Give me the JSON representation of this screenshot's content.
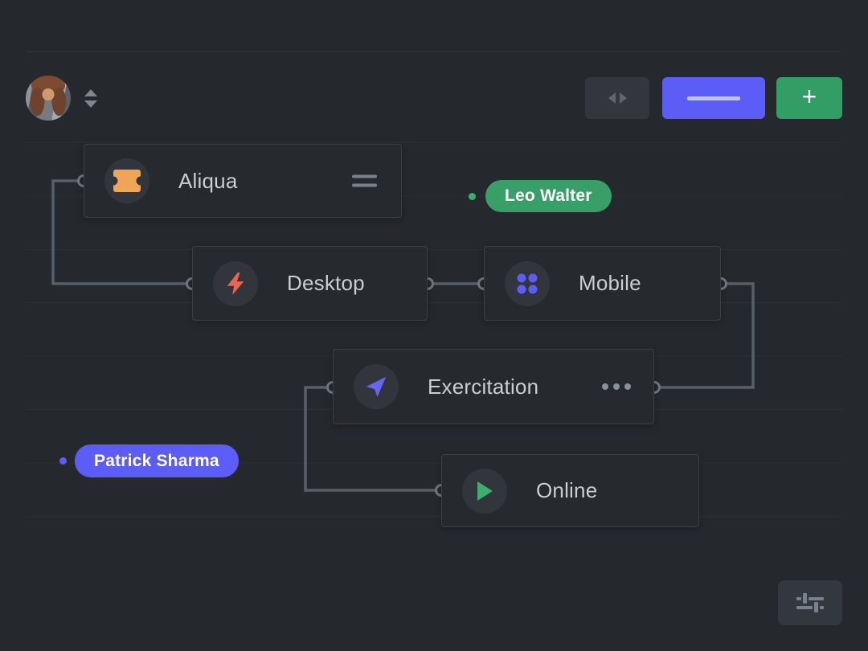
{
  "header": {
    "avatar_label": "user avatar",
    "toolbar": {
      "fit_button_icon": "horizontal-arrows-icon",
      "primary_button_icon": "horizontal-line-icon",
      "add_button_label": "+"
    }
  },
  "nodes": [
    {
      "label": "Aliqua",
      "icon": "ticket-icon",
      "icon_color": "#f0a456",
      "trailing_icon": "menu-equals-icon"
    },
    {
      "label": "Desktop",
      "icon": "lightning-icon",
      "icon_color": "#ee6352"
    },
    {
      "label": "Mobile",
      "icon": "dots-grid-icon",
      "icon_color": "#5c5cf6"
    },
    {
      "label": "Exercitation",
      "icon": "paper-plane-icon",
      "icon_color": "#6466f1",
      "trailing_icon": "ellipsis-icon"
    },
    {
      "label": "Online",
      "icon": "play-icon",
      "icon_color": "#3cae6e"
    }
  ],
  "badges": [
    {
      "label": "Leo Walter",
      "color": "#389f68",
      "dot_color": "#3cae6e"
    },
    {
      "label": "Patrick Sharma",
      "color": "#5c5cf6",
      "dot_color": "#5c5cf6"
    }
  ],
  "footer": {
    "settings_button_icon": "sliders-icon"
  },
  "colors": {
    "background": "#25282c",
    "node_fill": "#26292e",
    "node_border": "#3a4046",
    "gridline": "#2d3136",
    "connector": "#575f67",
    "port_ring": "#6e7680",
    "primary_button": "#5c5cf6",
    "add_button": "#339d66",
    "node_label_text": "#c9ced4"
  }
}
